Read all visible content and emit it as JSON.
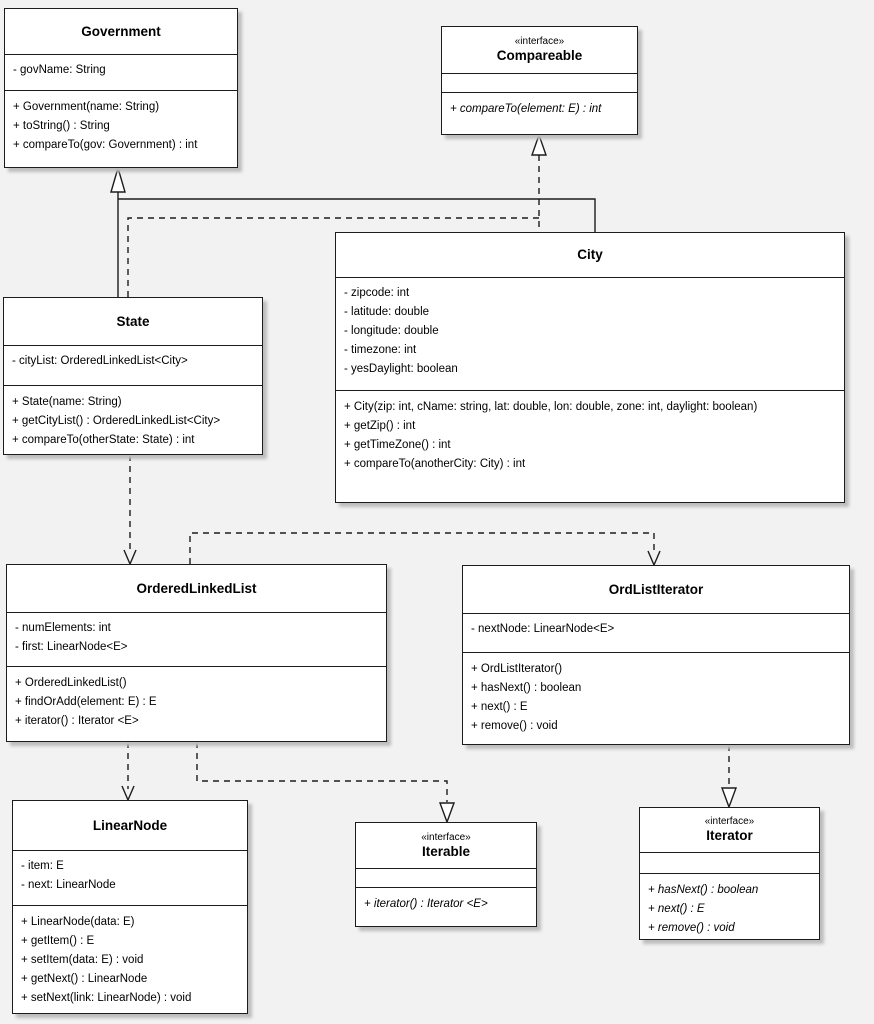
{
  "diagram": {
    "kind": "uml-class-diagram",
    "background_color": "#f2f2f2",
    "box_fill_color": "#ffffff",
    "line_color": "#1c1c1c",
    "stereotype_label": "«interface»"
  },
  "classes": {
    "government": {
      "name": "Government",
      "attributes": [
        "- govName: String"
      ],
      "methods": [
        "+ Government(name: String)",
        "+ toString() : String",
        "+ compareTo(gov: Government) : int"
      ]
    },
    "compareable": {
      "stereotype": "«interface»",
      "name": "Compareable",
      "attributes": [],
      "methods": [
        "+ compareTo(element: E) : int"
      ]
    },
    "city": {
      "name": "City",
      "attributes": [
        "- zipcode: int",
        "- latitude: double",
        "- longitude: double",
        "- timezone: int",
        "- yesDaylight: boolean"
      ],
      "methods": [
        "+ City(zip: int, cName: string, lat: double, lon: double, zone: int, daylight: boolean)",
        "+ getZip() : int",
        "+ getTimeZone() : int",
        "+ compareTo(anotherCity: City) : int"
      ]
    },
    "state": {
      "name": "State",
      "attributes": [
        "- cityList: OrderedLinkedList<City>"
      ],
      "methods": [
        "+ State(name: String)",
        "+ getCityList() : OrderedLinkedList<City>",
        "+ compareTo(otherState: State) : int"
      ]
    },
    "orderedlinkedlist": {
      "name": "OrderedLinkedList",
      "attributes": [
        "- numElements: int",
        "- first: LinearNode<E>"
      ],
      "methods": [
        "+ OrderedLinkedList()",
        "+ findOrAdd(element: E) : E",
        "+ iterator() : Iterator <E>"
      ]
    },
    "ordlistiterator": {
      "name": "OrdListIterator",
      "attributes": [
        "- nextNode: LinearNode<E>"
      ],
      "methods": [
        "+ OrdListIterator()",
        "+ hasNext() : boolean",
        "+ next() : E",
        "+ remove() : void"
      ]
    },
    "linearnode": {
      "name": "LinearNode",
      "attributes": [
        "- item: E",
        "- next: LinearNode"
      ],
      "methods": [
        "+ LinearNode(data: E)",
        "+ getItem() : E",
        "+ setItem(data: E) : void",
        "+ getNext() : LinearNode",
        "+ setNext(link: LinearNode) : void"
      ]
    },
    "iterable": {
      "stereotype": "«interface»",
      "name": "Iterable",
      "attributes": [],
      "methods": [
        "+ iterator() : Iterator <E>"
      ]
    },
    "iterator": {
      "stereotype": "«interface»",
      "name": "Iterator",
      "attributes": [],
      "methods": [
        "+ hasNext() : boolean",
        "+ next() : E",
        "+ remove() : void"
      ]
    }
  },
  "relationships": [
    {
      "from": "State",
      "to": "Government",
      "type": "generalization"
    },
    {
      "from": "City",
      "to": "Government",
      "type": "generalization"
    },
    {
      "from": "State",
      "to": "Compareable",
      "type": "realization"
    },
    {
      "from": "City",
      "to": "Compareable",
      "type": "realization"
    },
    {
      "from": "State",
      "to": "OrderedLinkedList",
      "type": "dependency"
    },
    {
      "from": "OrderedLinkedList",
      "to": "OrdListIterator",
      "type": "dependency"
    },
    {
      "from": "OrderedLinkedList",
      "to": "LinearNode",
      "type": "dependency"
    },
    {
      "from": "OrderedLinkedList",
      "to": "Iterable",
      "type": "realization"
    },
    {
      "from": "OrdListIterator",
      "to": "Iterator",
      "type": "realization"
    }
  ]
}
